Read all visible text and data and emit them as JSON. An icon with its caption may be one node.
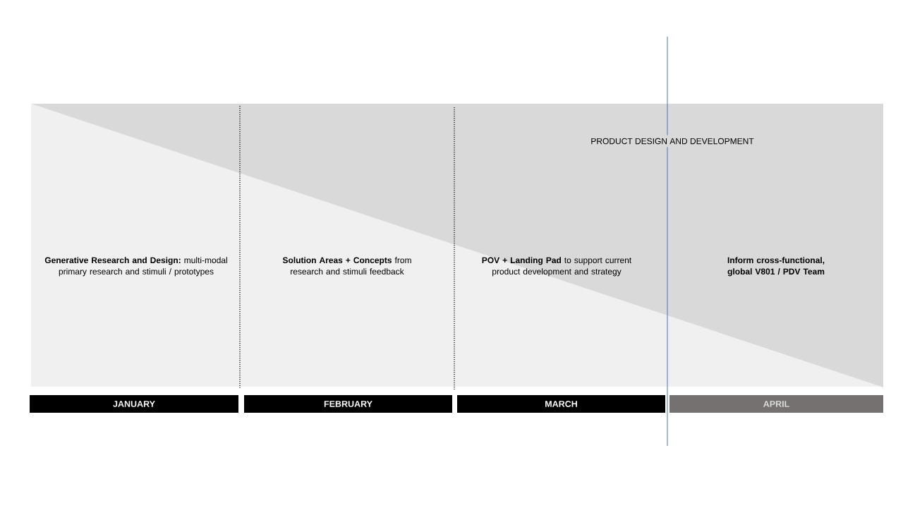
{
  "diagram": {
    "nodes": [
      {
        "text": [
          "JANUARY"
        ]
      },
      {
        "text": [
          "FEBRUARY"
        ]
      },
      {
        "text": [
          "MARCH"
        ]
      },
      {
        "text": [
          "APRIL"
        ]
      }
    ],
    "labels": [
      "PRODUCT DESIGN AND DEVELOPMENT",
      "**Generative Research and Design:** multi-modal primary research and stimuli / prototypes",
      "**Solution Areas + Concepts** from research and stimuli feedback",
      "**POV + Landing Pad** to support current product development and strategy",
      "Inform cross-functional, global V801 / PDV Team"
    ]
  }
}
